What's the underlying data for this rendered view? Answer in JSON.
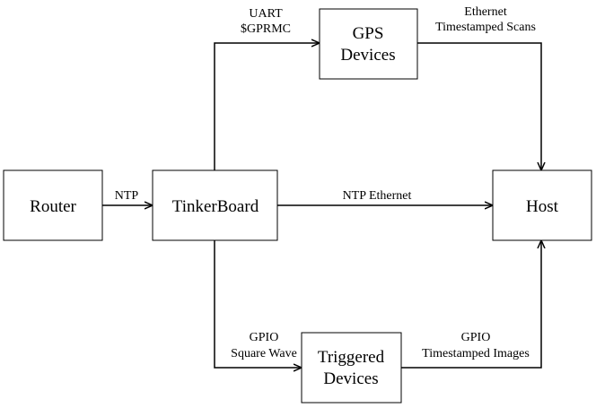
{
  "nodes": {
    "router": {
      "label": "Router"
    },
    "tinkerboard": {
      "label": "TinkerBoard"
    },
    "gps": {
      "line1": "GPS",
      "line2": "Devices"
    },
    "host": {
      "label": "Host"
    },
    "triggered": {
      "line1": "Triggered",
      "line2": "Devices"
    }
  },
  "edges": {
    "router_tinker": {
      "label": "NTP"
    },
    "tinker_gps": {
      "line1": "UART",
      "line2": "$GPRMC"
    },
    "gps_host": {
      "line1": "Ethernet",
      "line2": "Timestamped Scans"
    },
    "tinker_host": {
      "label": "NTP Ethernet"
    },
    "tinker_triggered": {
      "line1": "GPIO",
      "line2": "Square Wave"
    },
    "triggered_host": {
      "line1": "GPIO",
      "line2": "Timestamped Images"
    }
  }
}
